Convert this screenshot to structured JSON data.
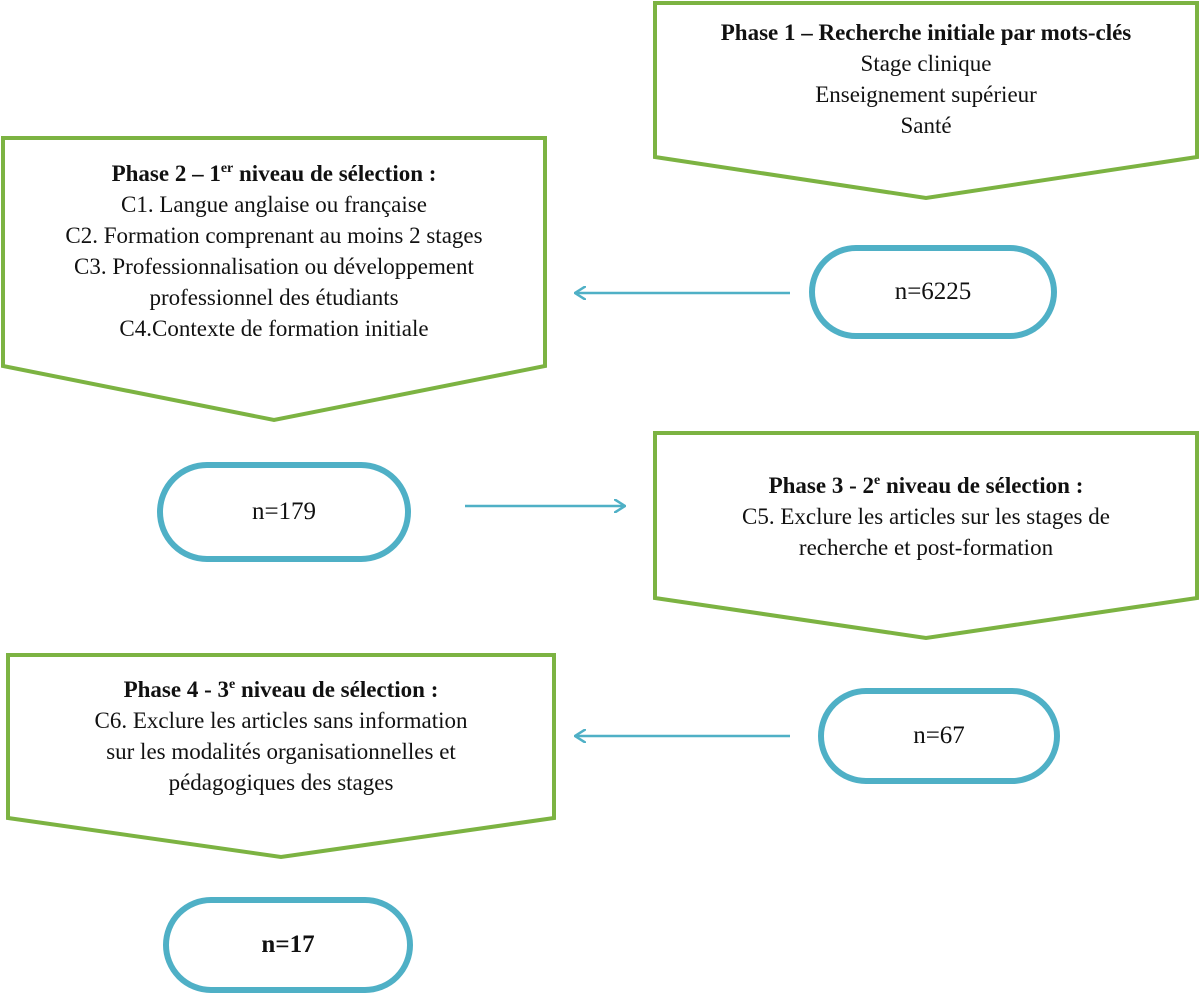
{
  "colors": {
    "phase_border": "#7cb342",
    "count_border": "#4fb0c6",
    "arrow": "#4fb0c6"
  },
  "phase1": {
    "title": "Phase 1 – Recherche initiale par mots-clés",
    "lines": [
      "Stage clinique",
      "Enseignement supérieur",
      "Santé"
    ]
  },
  "phase2": {
    "title_a": "Phase 2 – 1",
    "title_sup": "er",
    "title_b": " niveau de sélection :",
    "lines": [
      "C1. Langue anglaise ou française",
      "C2. Formation comprenant au moins 2 stages",
      "C3. Professionnalisation ou développement",
      "professionnel des étudiants",
      "C4.Contexte de formation initiale"
    ]
  },
  "phase3": {
    "title_a": "Phase 3 - 2",
    "title_sup": "e",
    "title_b": " niveau de sélection :",
    "lines": [
      "C5. Exclure les articles sur les stages de",
      "recherche et post-formation"
    ]
  },
  "phase4": {
    "title_a": "Phase 4 - 3",
    "title_sup": "e",
    "title_b": " niveau de sélection :",
    "lines": [
      "C6. Exclure les articles sans information",
      "sur les modalités organisationnelles et",
      "pédagogiques des stages"
    ]
  },
  "counts": {
    "n1": "n=6225",
    "n2": "n=179",
    "n3": "n=67",
    "n4": "n=17"
  }
}
